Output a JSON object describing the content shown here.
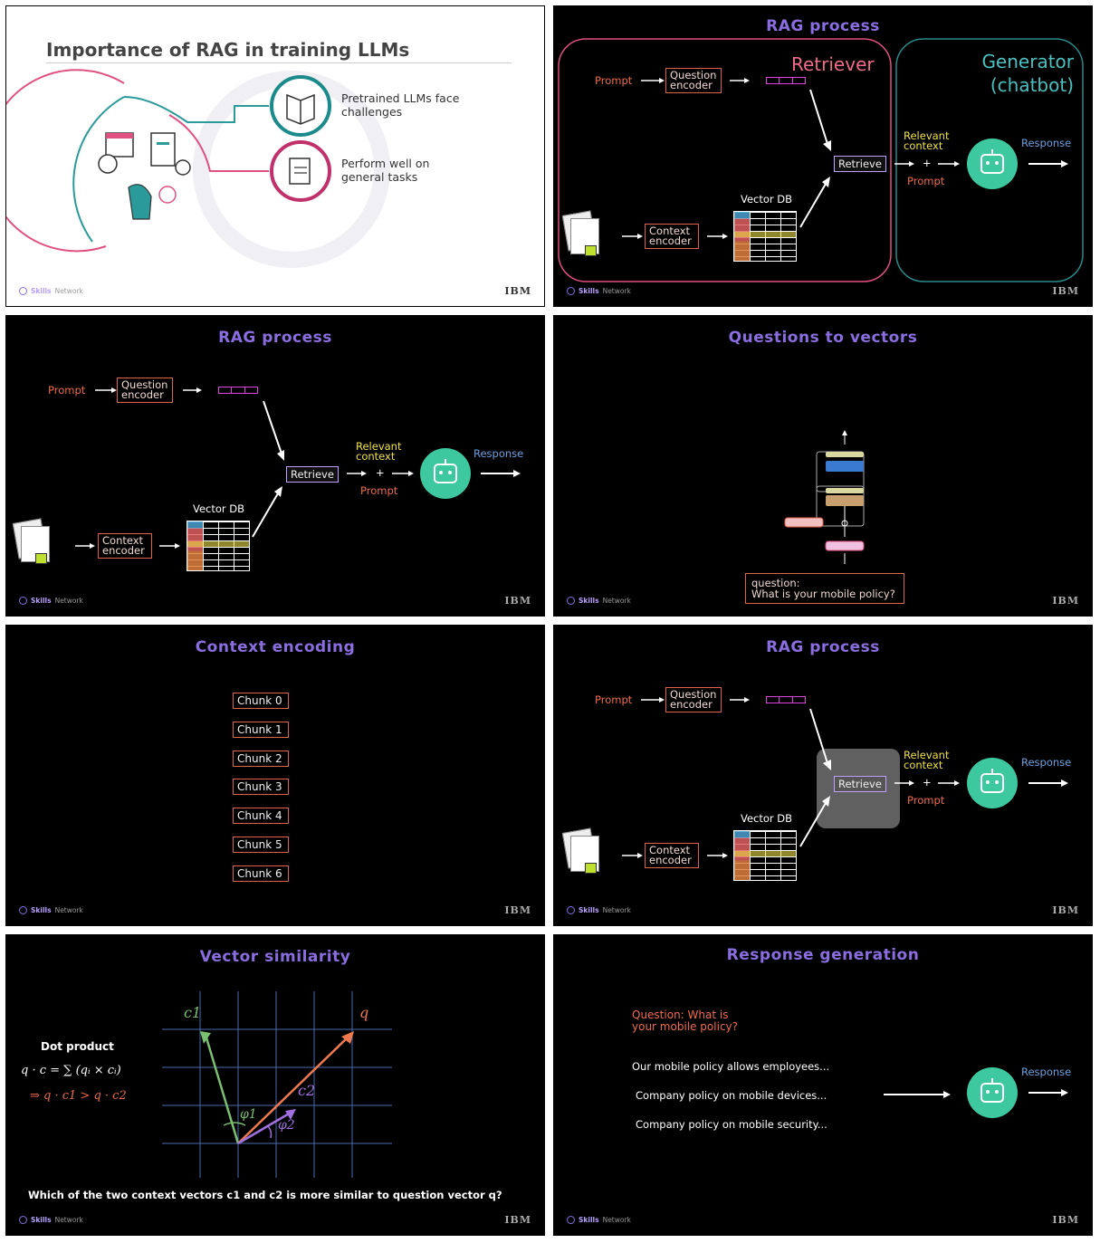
{
  "brand": {
    "skills": "Skills",
    "network": "Network",
    "ibm": "IBM"
  },
  "s1": {
    "title": "Importance of RAG in training LLMs",
    "item1": "Pretrained LLMs face challenges",
    "item2": "Perform well on general tasks"
  },
  "rag": {
    "title": "RAG process",
    "prompt": "Prompt",
    "question_encoder": "Question encoder",
    "context_encoder": "Context encoder",
    "retrieve": "Retrieve",
    "vector_db": "Vector DB",
    "relevant_context": "Relevant context",
    "plus": "+",
    "response": "Response",
    "retriever": "Retriever",
    "generator": "Generator (chatbot)"
  },
  "s4": {
    "title": "Questions to vectors",
    "question": "question:\nWhat is your mobile policy?"
  },
  "s5": {
    "title": "Context encoding",
    "chunks": [
      "Chunk 0",
      "Chunk 1",
      "Chunk 2",
      "Chunk 3",
      "Chunk 4",
      "Chunk 5",
      "Chunk 6"
    ]
  },
  "s7": {
    "title": "Vector similarity",
    "dot_product": "Dot product",
    "formula1": "q · c = ∑ (qᵢ × cᵢ)",
    "formula2": "⇒ q · c1 > q · c2",
    "label_c1": "c1",
    "label_c2": "c2",
    "label_q": "q",
    "phi1": "φ1",
    "phi2": "φ2",
    "question": "Which of the two context vectors c1 and c2 is more similar to question vector q?"
  },
  "s8": {
    "title": "Response generation",
    "question": "Question: What is\nyour mobile policy?",
    "lines": [
      "Our mobile policy allows employees...",
      "Company policy on mobile devices...",
      "Company policy on mobile security..."
    ],
    "response": "Response"
  },
  "colors": {
    "accent": "#8a6de0",
    "red": "#e0604a",
    "bot": "#3ec8a0",
    "pink": "#e05080",
    "teal": "#2a9a9a"
  }
}
